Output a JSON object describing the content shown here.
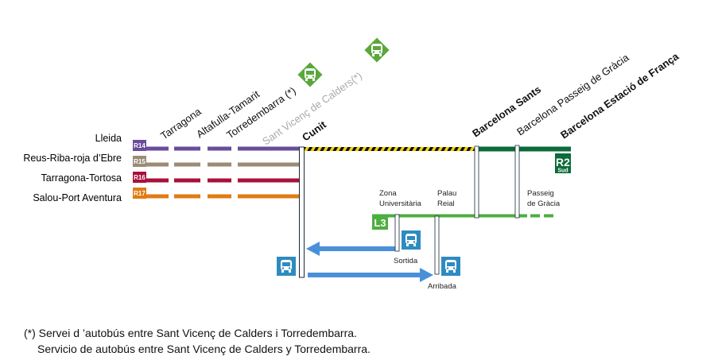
{
  "origins": [
    {
      "label": "Lleida",
      "badge": "R14",
      "color": "#6a4c9c"
    },
    {
      "label": "Reus-Riba-roja d’Ebre",
      "badge": "R15",
      "color": "#9b8b76"
    },
    {
      "label": "Tarragona-Tortosa",
      "badge": "R16",
      "color": "#a8103c"
    },
    {
      "label": "Salou-Port Aventura",
      "badge": "R17",
      "color": "#e07b14"
    }
  ],
  "stations": {
    "tarragona": "Tarragona",
    "altafulla": "Altafulla-Tamarit",
    "torredembarra": "Torredembarra (*)",
    "sant_vicenc": "Sant Vicenç de Calders(*)",
    "cunit": "Cunit",
    "sants": "Barcelona Sants",
    "passeig_gracia": "Barcelona Passeig de Gràcia",
    "franca": "Barcelona Estació de França"
  },
  "r2": {
    "line": "R2",
    "sub": "Sud",
    "color": "#0b6b3a"
  },
  "l3": {
    "line": "L3",
    "color": "#4caf3f",
    "stops": {
      "zona_1": "Zona",
      "zona_2": "Universitària",
      "palau_1": "Palau",
      "palau_2": "Reial",
      "pg_1": "Passeig",
      "pg_2": "de Gràcia"
    }
  },
  "bus": {
    "sortida": "Sortida",
    "arribada": "Arribada",
    "color": "#2e8bc0",
    "arrow_color": "#4a90d9",
    "replacement_color": "#5aa83c"
  },
  "footnote": {
    "line1": "(*) Servei d ’autobús entre Sant Vicenç de Calders i Torredembarra.",
    "line2": "Servicio de autobús entre Sant Vicenç de Calders y Torredembarra."
  }
}
